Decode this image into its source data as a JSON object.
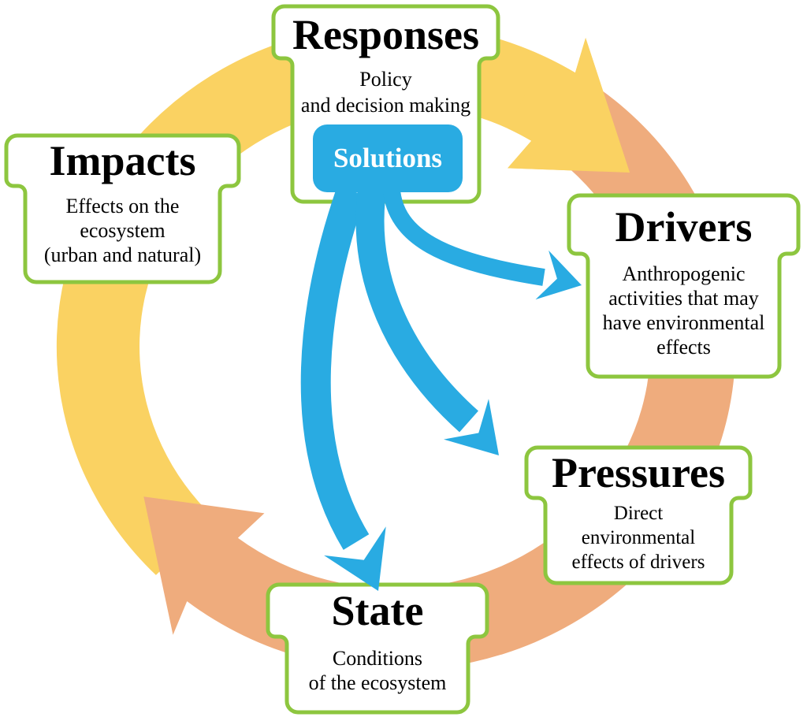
{
  "diagram": {
    "boxes": {
      "responses": {
        "title": "Responses",
        "lines": [
          "Policy",
          "and decision making"
        ]
      },
      "drivers": {
        "title": "Drivers",
        "lines": [
          "Anthropogenic",
          "activities that may",
          "have environmental",
          "effects"
        ]
      },
      "pressures": {
        "title": "Pressures",
        "lines": [
          "Direct",
          "environmental",
          "effects of drivers"
        ]
      },
      "state": {
        "title": "State",
        "lines": [
          "Conditions",
          "of the ecosystem"
        ]
      },
      "impacts": {
        "title": "Impacts",
        "lines": [
          "Effects on the",
          "ecosystem",
          "(urban and natural)"
        ]
      }
    },
    "solutions": {
      "label": "Solutions"
    },
    "colors": {
      "cycle_yellow": "#FAD262",
      "cycle_orange": "#EFAC7D",
      "solutions_blue": "#29ABE2",
      "box_border_green": "#8DC63F",
      "box_fill": "#FFFFFF",
      "title_text": "#000000",
      "background": "#FFFFFF"
    }
  }
}
